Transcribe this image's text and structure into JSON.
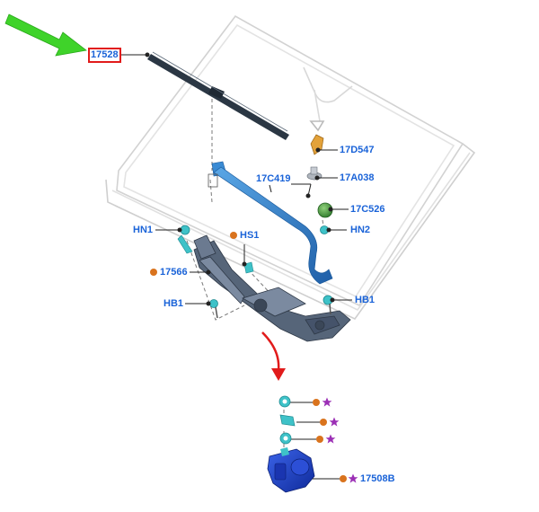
{
  "diagram": {
    "colors": {
      "label_text": "#1a63d8",
      "callout_dot": "#d9731d",
      "callout_star": "#9b2fb5",
      "highlight_border": "#e11b1b",
      "green_arrow": "#3fd32a",
      "red_arrow": "#e11b1b",
      "glass_outline": "#d4d4d4",
      "blade": "#2b3744",
      "wiper_arm": "#2f7fc9",
      "linkage": "#4f5f73",
      "motor": "#1c3fc4",
      "clip": "#3ec2c8"
    },
    "labels": {
      "blade": "17528",
      "nozzle": "17D547",
      "nut_cap": "17A038",
      "wiper_arm": "17C419",
      "pivot_cover": "17C526",
      "hn_left": "HN1",
      "hn_right": "HN2",
      "hs": "HS1",
      "linkage": "17566",
      "hb_left": "HB1",
      "hb_right": "HB1",
      "motor": "17508B"
    },
    "icons": {
      "pointer_arrow": "green-arrow-icon",
      "detail_arrow": "red-curved-arrow-icon",
      "callout_marker": "orange-dot-icon",
      "option_marker": "purple-star-icon"
    }
  }
}
